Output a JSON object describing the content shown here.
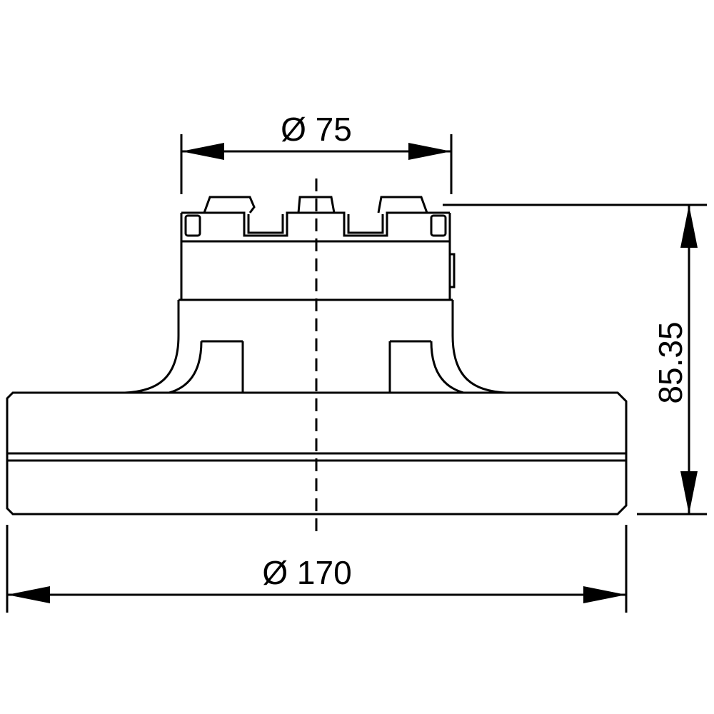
{
  "dimensions": {
    "top_diameter": "Ø 75",
    "base_diameter": "Ø 170",
    "height": "85.35"
  },
  "colors": {
    "line": "#000000",
    "background": "#ffffff"
  }
}
